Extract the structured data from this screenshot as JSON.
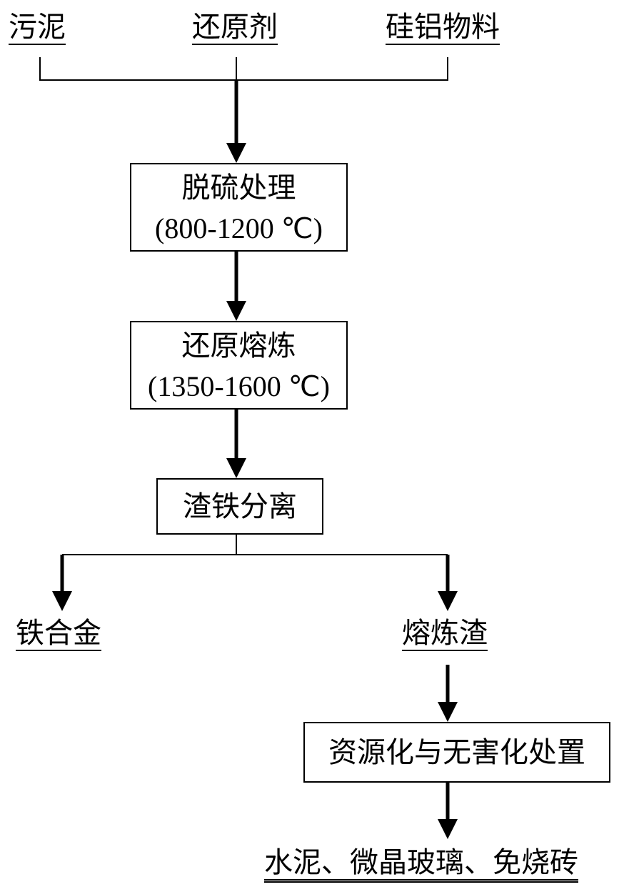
{
  "inputs": [
    "污泥",
    "还原剂",
    "硅铝物料"
  ],
  "steps": {
    "desulfurization": {
      "title": "脱硫处理",
      "temp": "(800-1200 ℃)"
    },
    "reduction_smelting": {
      "title": "还原熔炼",
      "temp": "(1350-1600 ℃)"
    },
    "slag_iron_separation": {
      "title": "渣铁分离"
    },
    "treatment": {
      "title": "资源化与无害化处置"
    }
  },
  "outputs": {
    "iron_alloy": "铁合金",
    "smelting_slag": "熔炼渣",
    "final_products": "水泥、微晶玻璃、免烧砖"
  }
}
